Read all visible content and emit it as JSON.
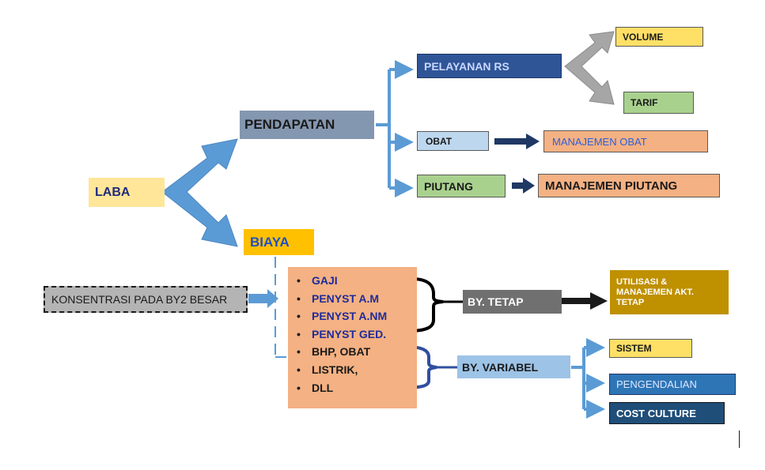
{
  "nodes": {
    "laba": "LABA",
    "pendapatan": "PENDAPATAN",
    "biaya": "BIAYA",
    "pelayanan_rs": "PELAYANAN RS",
    "volume": "VOLUME",
    "tarif": "TARIF",
    "obat": "OBAT",
    "manajemen_obat": "MANAJEMEN OBAT",
    "piutang": "PIUTANG",
    "manajemen_piutang": "MANAJEMEN PIUTANG",
    "konsentrasi": "KONSENTRASI PADA BY2 BESAR",
    "by_tetap": "BY. TETAP",
    "utilisasi": "UTILISASI &\nMANAJEMEN AKT.\nTETAP",
    "by_variabel": "BY. VARIABEL",
    "sistem": "SISTEM",
    "pengendalian": "PENGENDALIAN",
    "cost_culture": "COST CULTURE"
  },
  "biaya_items": {
    "fixed": [
      "GAJI",
      "PENYST A.M",
      "PENYST A.NM",
      "PENYST GED."
    ],
    "variable": [
      "BHP, OBAT",
      "LISTRIK,",
      "DLL"
    ]
  },
  "colors": {
    "connector_blue": "#5b9bd5",
    "big_arrow_blue": "#5b9bd5",
    "gray_arrow": "#a6a6a6",
    "dark_arrow": "#1f3864",
    "bracket_black": "#000000",
    "bracket_navy": "#2f4f9f"
  }
}
